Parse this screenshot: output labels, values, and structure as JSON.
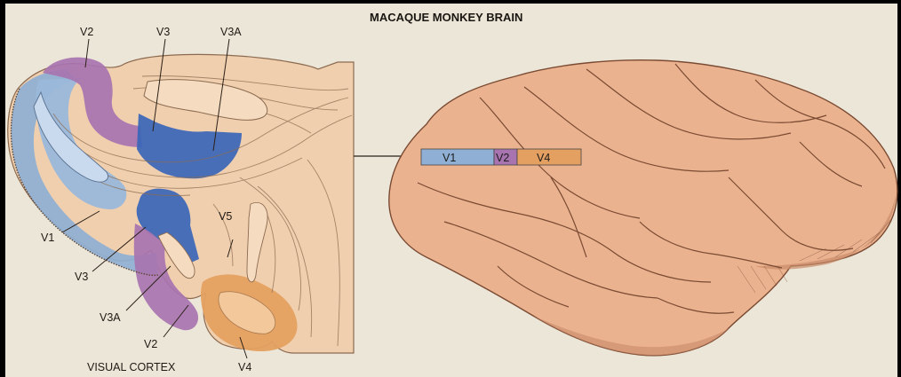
{
  "title": "MACAQUE MONKEY BRAIN",
  "section": {
    "labels": {
      "v2_top": "V2",
      "v3_top": "V3",
      "v3a_top": "V3A",
      "v1": "V1",
      "v3": "V3",
      "v5": "V5",
      "v3a": "V3A",
      "v2": "V2",
      "v4": "V4"
    },
    "caption": "VISUAL CORTEX"
  },
  "brain_strip": {
    "segments": [
      {
        "label": "V1",
        "color": "#8fb0d4"
      },
      {
        "label": "V2",
        "color": "#a874b0"
      },
      {
        "label": "V4",
        "color": "#e4a060"
      }
    ]
  },
  "colors": {
    "paper": "#ece6d8",
    "tissue": "#f0cfae",
    "brain": "#eab28f",
    "v1": "#8fb0d4",
    "v2": "#a874b0",
    "v3": "#3b66b8",
    "v4": "#e4a060"
  }
}
